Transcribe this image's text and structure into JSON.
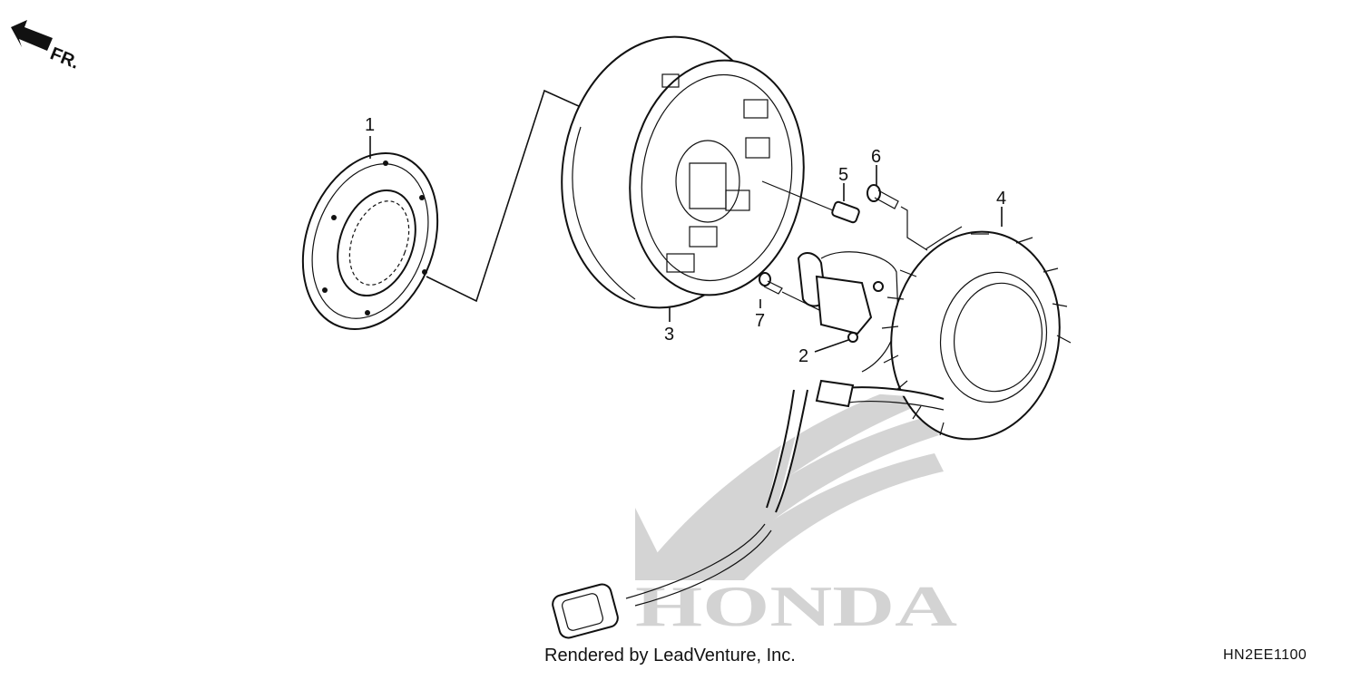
{
  "direction_marker": {
    "label": "FR.",
    "icon": "front-arrow-icon"
  },
  "callouts": [
    {
      "id": "1",
      "label": "1"
    },
    {
      "id": "2",
      "label": "2"
    },
    {
      "id": "3",
      "label": "3"
    },
    {
      "id": "4",
      "label": "4"
    },
    {
      "id": "5",
      "label": "5"
    },
    {
      "id": "6",
      "label": "6"
    },
    {
      "id": "7",
      "label": "7"
    }
  ],
  "watermark": {
    "text": "HONDA",
    "icon": "honda-wing-logo"
  },
  "footer": {
    "credit": "Rendered by LeadVenture, Inc.",
    "diagram_code": "HN2EE1100"
  },
  "colors": {
    "line": "#111111",
    "watermark": "#d0d0d0",
    "background": "#ffffff"
  }
}
